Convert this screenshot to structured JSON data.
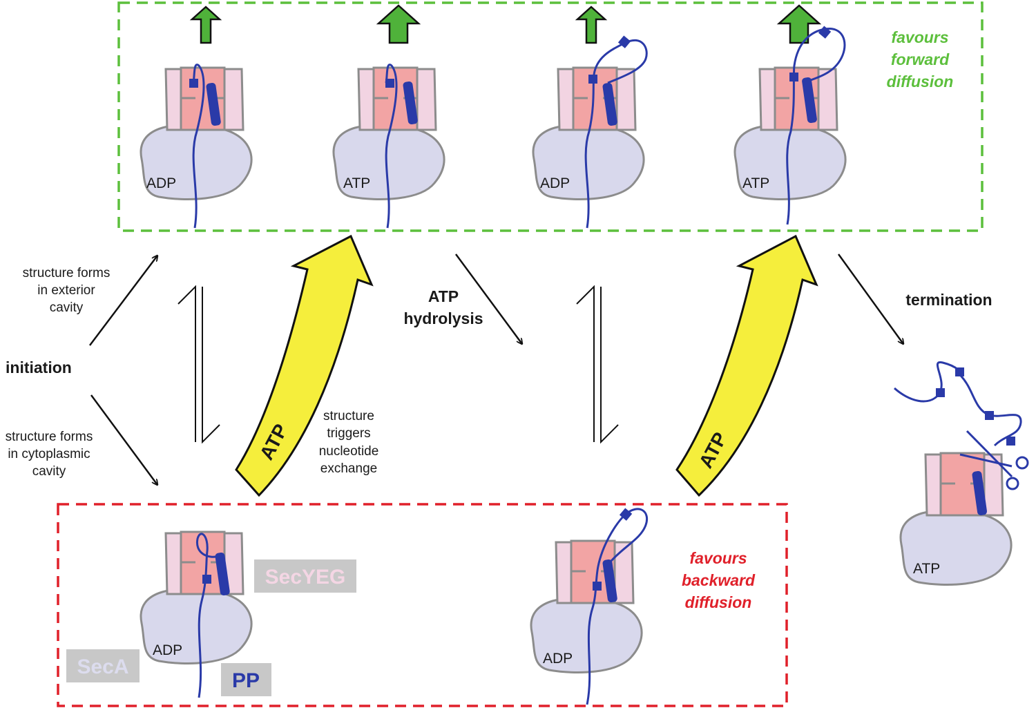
{
  "states": {
    "top1_nucleotide": "ADP",
    "top2_nucleotide": "ATP",
    "top3_nucleotide": "ADP",
    "top4_nucleotide": "ATP",
    "bottom1_nucleotide": "ADP",
    "bottom2_nucleotide": "ADP",
    "term_nucleotide": "ATP"
  },
  "labels": {
    "initiation": "initiation",
    "exterior_1": "structure forms",
    "exterior_2": "in exterior",
    "exterior_3": "cavity",
    "cytoplasmic_1": "structure forms",
    "cytoplasmic_2": "in cytoplasmic",
    "cytoplasmic_3": "cavity",
    "triggers_1": "structure",
    "triggers_2": "triggers",
    "triggers_3": "nucleotide",
    "triggers_4": "exchange",
    "hydrolysis_1": "ATP",
    "hydrolysis_2": "hydrolysis",
    "termination": "termination",
    "atp_arrow_1": "ATP",
    "atp_arrow_2": "ATP"
  },
  "forward_note": [
    "favours",
    "forward",
    "diffusion"
  ],
  "backward_note": [
    "favours",
    "backward",
    "diffusion"
  ],
  "legend": {
    "secyeg": "SecYEG",
    "seca": "SecA",
    "pp": "PP"
  },
  "colors": {
    "forward_box": "#5cbf3c",
    "backward_box": "#e0202a",
    "atp_arrow": "#f5ee3c",
    "up_arrow": "#4fb23a",
    "peptide": "#2a3aa8",
    "seca": "#d8d8ec",
    "secyeg_outer": "#f2d4e2",
    "secyeg_inner": "#f2a4a4",
    "legend_box": "#c8c8c8",
    "legend_secyeg_text": "#f4d6e4",
    "legend_seca_text": "#dcdcee",
    "legend_pp_text": "#2a3aa8"
  }
}
